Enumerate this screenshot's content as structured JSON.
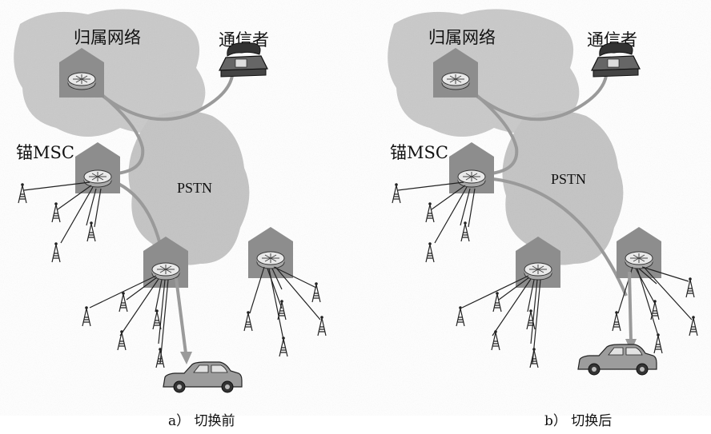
{
  "panels": [
    {
      "id": "a",
      "home_network_label": "归属网络",
      "correspondent_label": "通信者",
      "anchor_msc_label": "锚MSC",
      "pstn_label": "PSTN",
      "caption": "a） 切换前"
    },
    {
      "id": "b",
      "home_network_label": "归属网络",
      "correspondent_label": "通信者",
      "anchor_msc_label": "锚MSC",
      "pstn_label": "PSTN",
      "caption": "b） 切换后"
    }
  ],
  "colors": {
    "cloud": "#c9c9c9",
    "building": "#8d8d8d",
    "link": "#9a9a9a",
    "line": "#222222"
  }
}
